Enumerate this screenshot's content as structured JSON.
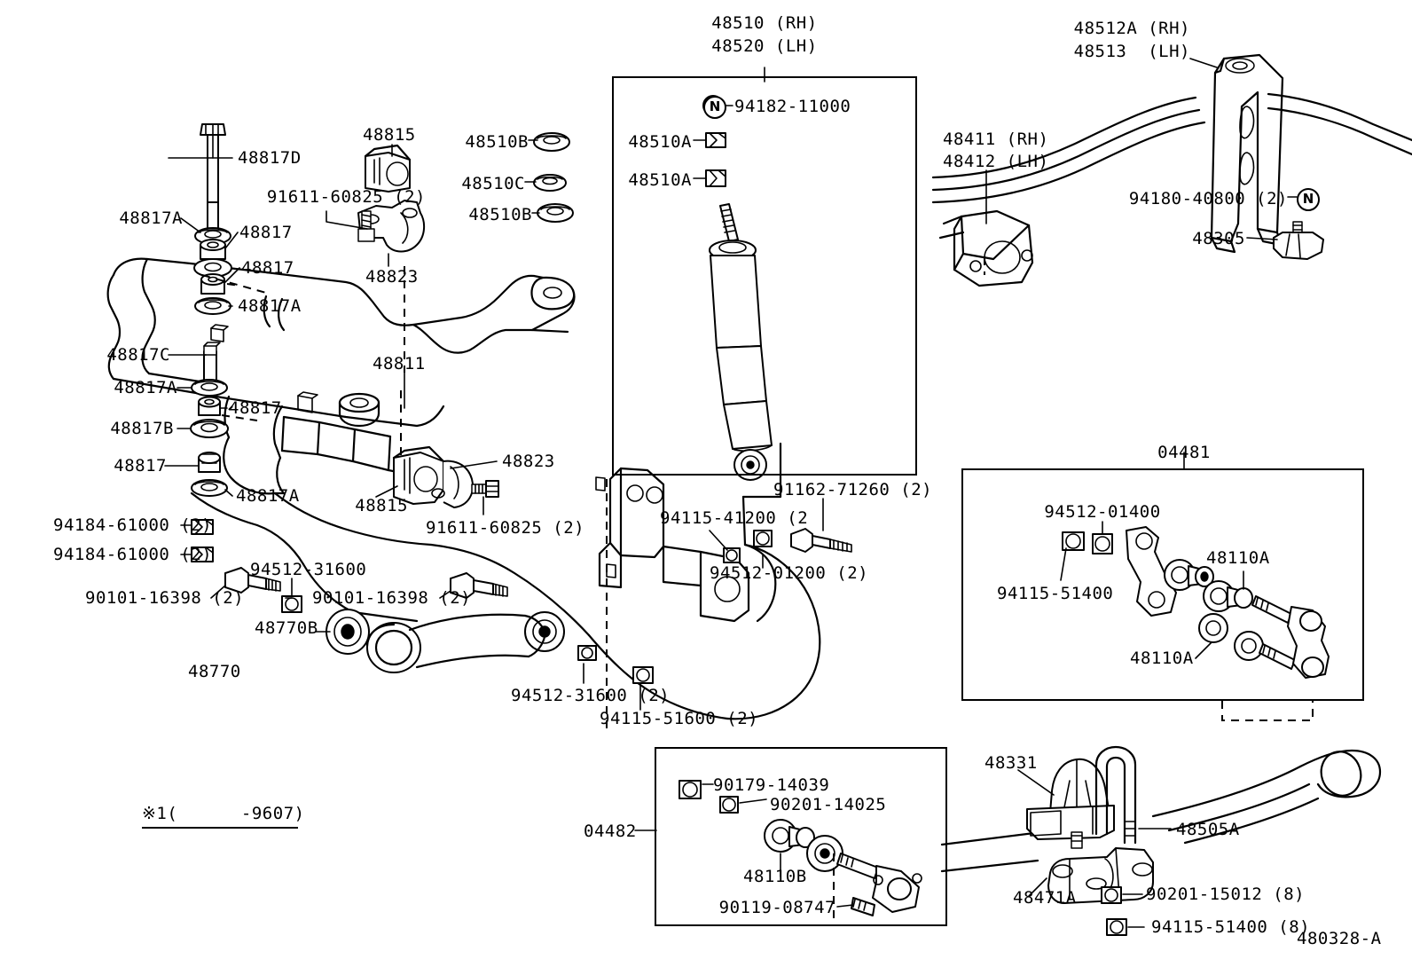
{
  "diagram": {
    "id": "480328-A",
    "note_mark": "※1",
    "note_text": "(      -9607)"
  },
  "labels": {
    "shock_assy_rh": "48510 (RH)",
    "shock_assy_lh": "48520 (LH)",
    "nut_94182": "94182-11000",
    "bush_48510a_1": "48510A",
    "bush_48510a_2": "48510A",
    "washer_48510b_1": "48510B",
    "washer_48510c": "48510C",
    "washer_48510b_2": "48510B",
    "bracket_48512a_rh": "48512A (RH)",
    "bracket_48513_lh": "48513  (LH)",
    "spring_48411_rh": "48411 (RH)",
    "spring_48412_lh": "48412 (LH)",
    "bolt_94180": "94180-40800 (2)",
    "bumper_48305": "48305",
    "bolt_48817d": "48817D",
    "washer_48817a_1": "48817A",
    "nut_48817_1": "48817",
    "nut_48817_2": "48817",
    "washer_48817a_2": "48817A",
    "rod_48817c": "48817C",
    "washer_48817a_3": "48817A",
    "nut_48817_3": "48817",
    "cushion_48817b": "48817B",
    "nut_48817_4": "48817",
    "washer_48817a_4": "48817A",
    "bush_48815_top": "48815",
    "bush_48815_low": "48815",
    "bolt_91611_top": "91611-60825 (2)",
    "bolt_91611_low": "91611-60825 (2)",
    "bracket_48823_top": "48823",
    "bracket_48823_low": "48823",
    "bar_48811": "48811",
    "nut_94184_1": "94184-61000 (2)",
    "nut_94184_2": "94184-61000 (2)",
    "bolt_90101_left": "90101-16398 (2)",
    "bolt_90101_right": "90101-16398 (2)",
    "washer_94512_31600_top": "94512-31600",
    "washer_94512_31600_bot": "94512-31600 (2)",
    "nut_94115_51600": "94115-51600 (2)",
    "arm_48770": "48770",
    "bush_48770b": "48770B",
    "nut_94115_41200": "94115-41200 (2",
    "washer_94512_01200": "94512-01200 (2)",
    "bolt_91162": "91162-71260 (2)",
    "kit_04481": "04481",
    "washer_94512_01400": "94512-01400",
    "nut_94115_51400": "94115-51400",
    "bush_48110a_1": "48110A",
    "bush_48110a_2": "48110A",
    "kit_04482": "04482",
    "nut_90179": "90179-14039",
    "washer_90201_14025": "90201-14025",
    "bush_48110b": "48110B",
    "grease_90119": "90119-08747",
    "bumper_48331": "48331",
    "ubolt_48505a": "48505A",
    "seat_48471a": "48471A",
    "washer_90201_15012": "90201-15012 (8)",
    "nut_94115_51400_8": "94115-51400 (8)",
    "n_mark_1": "N",
    "n_mark_2": "N"
  }
}
